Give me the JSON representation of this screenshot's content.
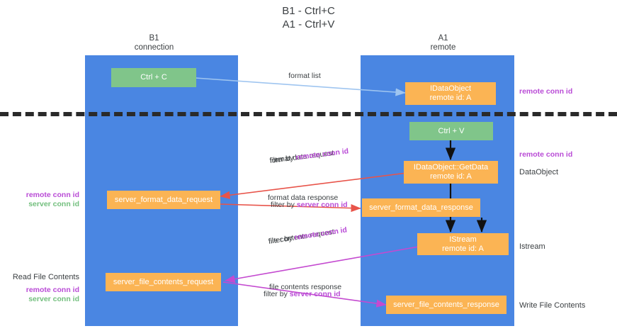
{
  "title": "B1 - Ctrl+C\nA1 - Ctrl+V",
  "columns": [
    {
      "name": "b1",
      "label": "B1\nconnection"
    },
    {
      "name": "a1",
      "label": "A1\nremote"
    }
  ],
  "nodes": [
    {
      "name": "ctrl-c",
      "label": "Ctrl + C",
      "color": "green"
    },
    {
      "name": "idataobject",
      "label": "IDataObject\nremote id: A",
      "color": "orange"
    },
    {
      "name": "ctrl-v",
      "label": "Ctrl + V",
      "color": "green"
    },
    {
      "name": "idataobject-getdata",
      "label": "IDataObject::GetData\nremote id: A",
      "color": "orange"
    },
    {
      "name": "server-format-data-request",
      "label": "server_format_data_request",
      "color": "orange"
    },
    {
      "name": "server-format-data-response",
      "label": "server_format_data_response",
      "color": "orange"
    },
    {
      "name": "istream",
      "label": "IStream\nremote id: A",
      "color": "orange"
    },
    {
      "name": "server-file-contents-request",
      "label": "server_file_contents_request",
      "color": "orange"
    },
    {
      "name": "server-file-contents-response",
      "label": "server_file_contents_response",
      "color": "orange"
    }
  ],
  "flow_labels": {
    "format_list": "format list",
    "format_data_request": "format data request",
    "format_data_request_filter_prefix": "filter by ",
    "format_data_request_filter_key": "remote conn id",
    "format_data_response": "format data response",
    "format_data_response_filter_prefix": "filter by ",
    "format_data_response_filter_key": "server conn id",
    "file_contents_request": "file contents request",
    "file_contents_request_filter_prefix": "filter by ",
    "file_contents_request_filter_key": "remote conn id",
    "file_contents_response": "file contents response",
    "file_contents_response_filter_prefix": "filter by ",
    "file_contents_response_filter_key": "server conn id"
  },
  "side_labels": {
    "right_remote_conn_id_top": "remote conn id",
    "right_remote_conn_id_mid": "remote conn id",
    "right_dataobject": "DataObject",
    "right_istream": "Istream",
    "right_write_file_contents": "Write File Contents",
    "left_remote_conn_id": "remote conn id",
    "left_server_conn_id": "server conn id",
    "left_read_file_contents": "Read File Contents",
    "left_remote_conn_id_2": "remote conn id",
    "left_server_conn_id_2": "server conn id"
  },
  "colors": {
    "lane": "#4a86e2",
    "node_green": "#80c58a",
    "node_orange": "#fbb454",
    "divider": "#2a2a2a",
    "accent_purple": "#b94bd6",
    "accent_green": "#73bf7e",
    "arrow_blue": "#9fc5f0",
    "arrow_red": "#e8544a",
    "arrow_magenta": "#c44ad0",
    "arrow_black": "#000000"
  }
}
